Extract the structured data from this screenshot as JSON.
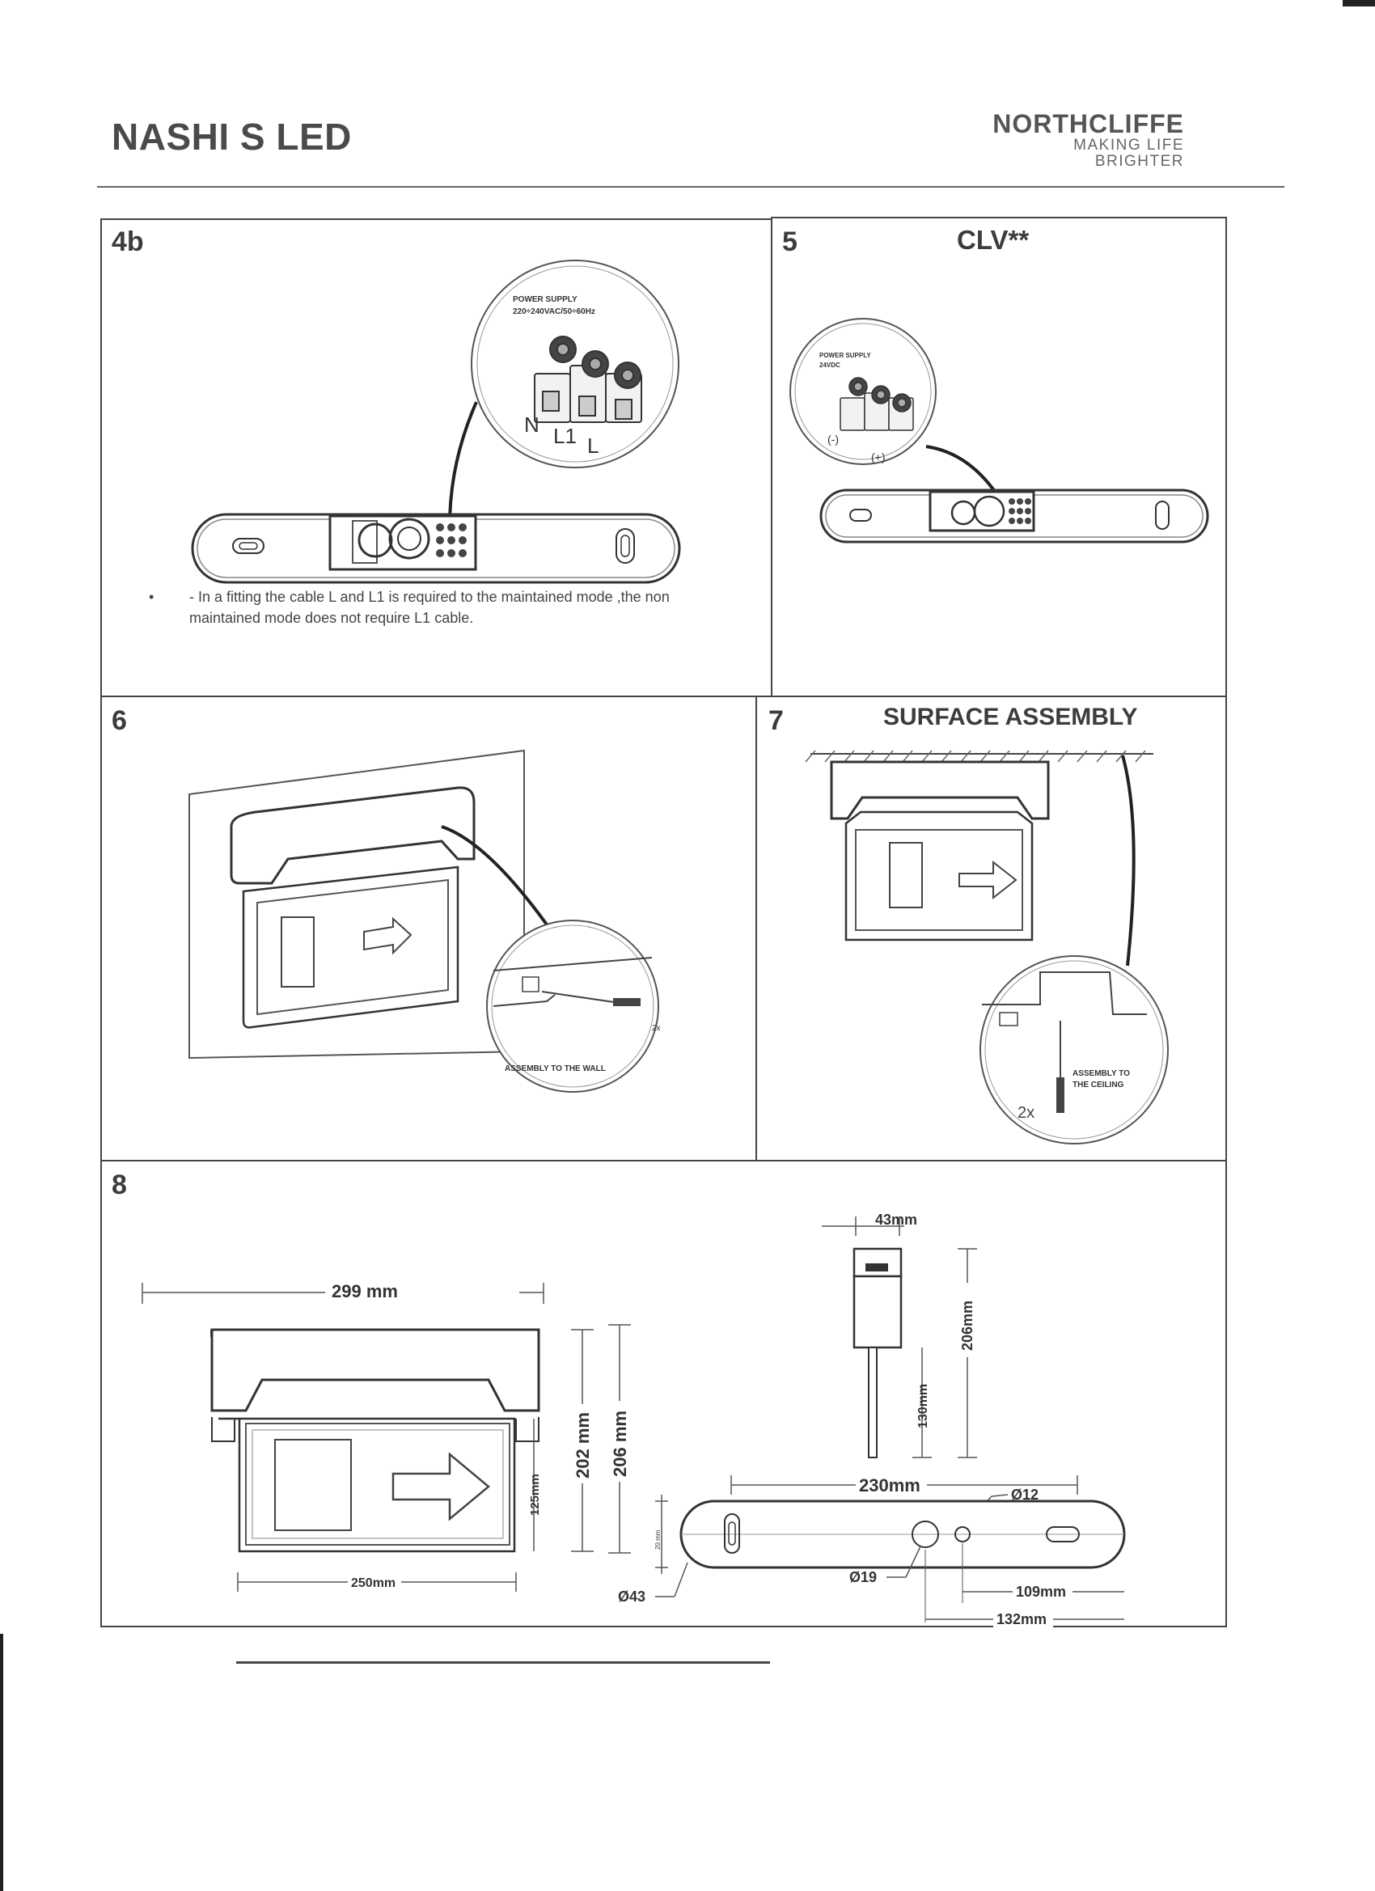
{
  "header": {
    "title": "NASHI S LED",
    "brand_name": "NORTHCLIFFE",
    "brand_tagline": "MAKING LIFE BRIGHTER"
  },
  "panel_4b": {
    "number": "4b",
    "callout_title": "POWER SUPPLY",
    "callout_spec": "220÷240VAC/50÷60Hz",
    "terminal_labels": [
      "N",
      "L1",
      "L"
    ],
    "note": "- In a fitting the cable L and L1 is required to the maintained mode ,the non maintained mode does not require L1 cable.",
    "bullet": "•"
  },
  "panel_5": {
    "number": "5",
    "title": "CLV**",
    "callout_title": "POWER SUPPLY",
    "callout_spec": "24VDC",
    "terminal_labels": [
      "(-)",
      "(+)"
    ]
  },
  "panel_6": {
    "number": "6",
    "callout_count": "2x",
    "callout_label": "ASSEMBLY TO THE WALL"
  },
  "panel_7": {
    "number": "7",
    "title": "SURFACE ASSEMBLY",
    "callout_label_1": "ASSEMBLY TO",
    "callout_label_2": "THE CEILING",
    "callout_count": "2x"
  },
  "panel_8": {
    "number": "8",
    "dims": {
      "width_top": "299 mm",
      "width_bottom": "250mm",
      "height_sign": "125mm",
      "height_202": "202 mm",
      "height_206": "206 mm",
      "side_depth": "43mm",
      "side_130": "130mm",
      "side_206": "206mm",
      "base_230": "230mm",
      "base_d12": "Ø12",
      "base_20": "20 mm",
      "base_d19": "Ø19",
      "base_d43": "Ø43",
      "base_109": "109mm",
      "base_132": "132mm"
    }
  }
}
